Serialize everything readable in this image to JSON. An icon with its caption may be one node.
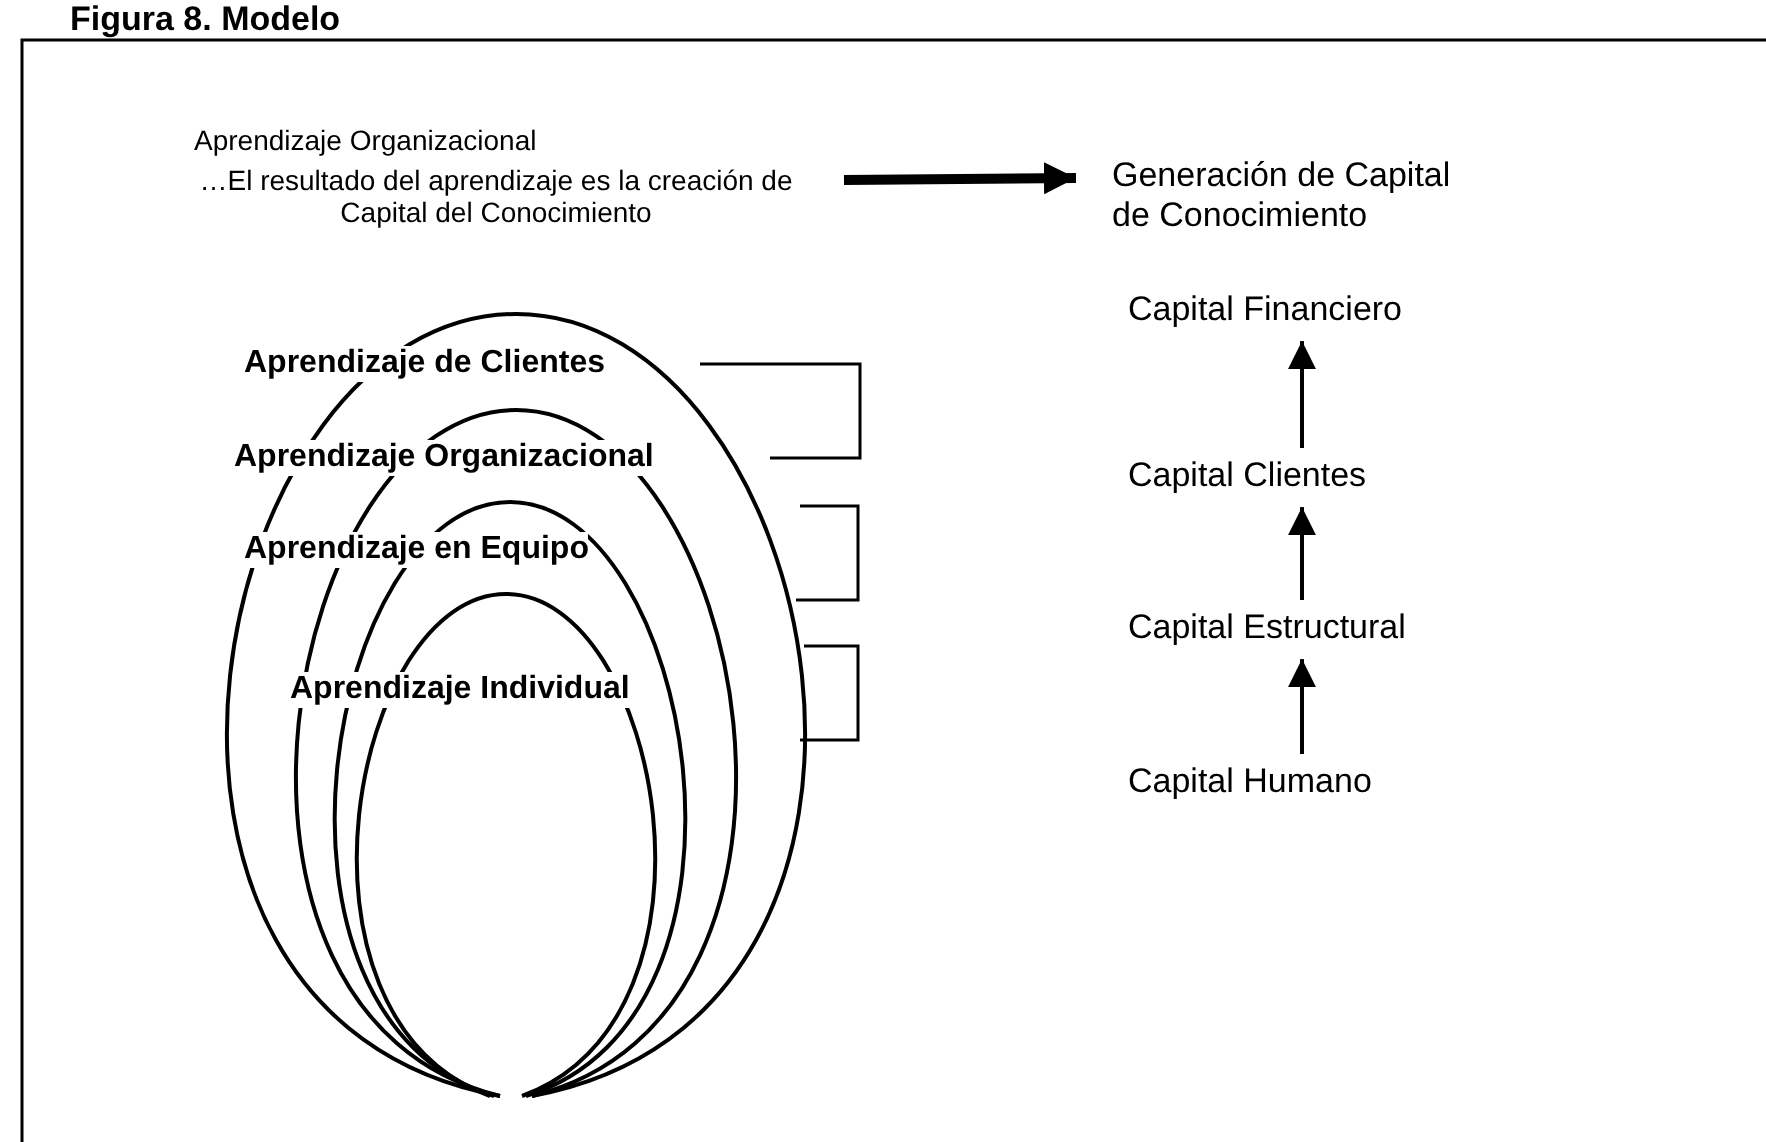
{
  "diagram": {
    "title": "Figura 8. Modelo",
    "nodes": [
      {
        "text": [
          "Aprendizaje Organizacional",
          "…El resultado del aprendizaje es la creación de Capital del Conocimiento"
        ]
      },
      {
        "text": [
          "Generación de Capital de Conocimiento"
        ]
      },
      {
        "text": [
          "Capital Financiero"
        ]
      },
      {
        "text": [
          "Capital Clientes"
        ]
      },
      {
        "text": [
          "Capital Estructural"
        ]
      },
      {
        "text": [
          "Capital Humano"
        ]
      },
      {
        "text": [
          "Aprendizaje de Clientes"
        ]
      },
      {
        "text": [
          "Aprendizaje Organizacional"
        ],
        "in": 6
      },
      {
        "text": [
          "Aprendizaje en Equipo"
        ],
        "in": 7
      },
      {
        "text": [
          "Aprendizaje Individual"
        ],
        "in": 8
      }
    ],
    "edges": [
      {
        "from": 0,
        "to": 1,
        "arrow": "to",
        "style": "thick"
      },
      {
        "from": 5,
        "to": 4,
        "arrow": "to"
      },
      {
        "from": 4,
        "to": 3,
        "arrow": "to"
      },
      {
        "from": 3,
        "to": 2,
        "arrow": "to"
      }
    ]
  }
}
